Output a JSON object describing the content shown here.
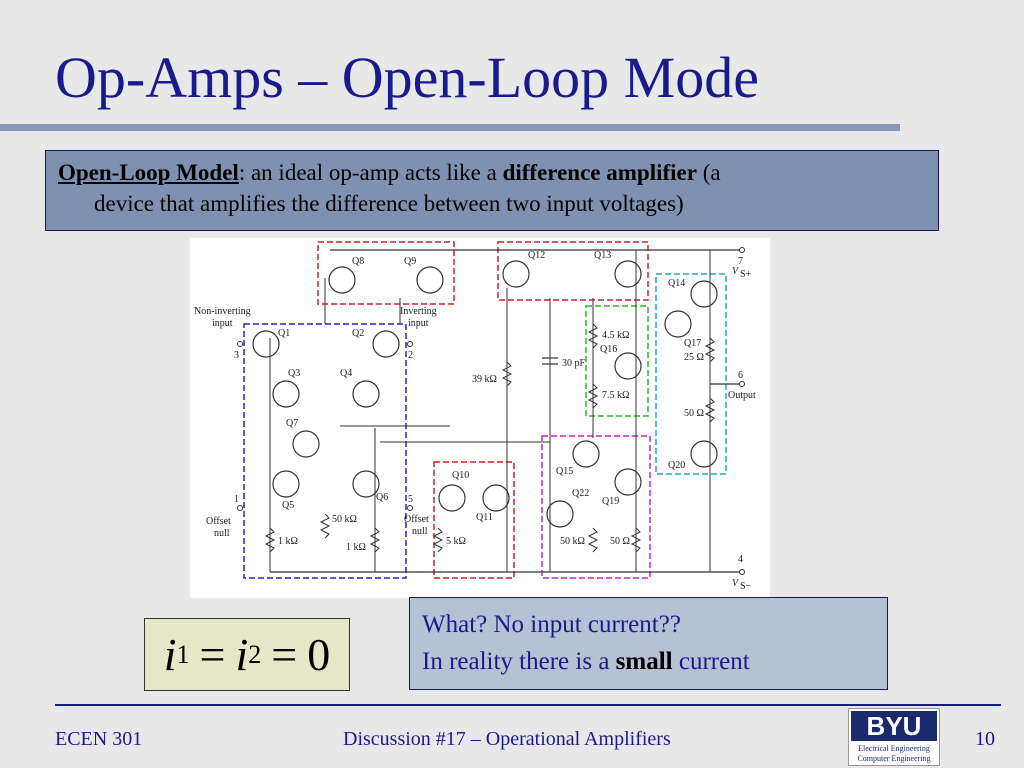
{
  "title": "Op-Amps – Open-Loop Mode",
  "definition": {
    "term": "Open-Loop Model",
    "text_a": ": an ideal op-amp acts like a ",
    "emph": "difference amplifier",
    "text_b": " (a",
    "line2": "device that amplifies the difference between two input voltages)"
  },
  "circuit": {
    "labels": {
      "q8": "Q8",
      "q9": "Q9",
      "q12": "Q12",
      "q13": "Q13",
      "q14": "Q14",
      "q1": "Q1",
      "q2": "Q2",
      "q3": "Q3",
      "q4": "Q4",
      "q7": "Q7",
      "q5": "Q5",
      "q6": "Q6",
      "q10": "Q10",
      "q11": "Q11",
      "q16": "Q16",
      "q17": "Q17",
      "q15": "Q15",
      "q22": "Q22",
      "q19": "Q19",
      "q20": "Q20",
      "noninv1": "Non-inverting",
      "noninv2": "input",
      "pin3": "3",
      "inv1": "Inverting",
      "inv2": "input",
      "pin2": "2",
      "pin7": "7",
      "vsplus": "V",
      "vsplus_sub": "S+",
      "pin6": "6",
      "output": "Output",
      "pin4": "4",
      "vsminus": "V",
      "vsminus_sub": "S−",
      "pin1": "1",
      "offset1a": "Offset",
      "offset1b": "null",
      "pin5": "5",
      "offset5a": "Offset",
      "offset5b": "null",
      "r39k": "39 kΩ",
      "c30p": "30 pF",
      "r45k": "4.5 kΩ",
      "r75k": "7.5 kΩ",
      "r25": "25 Ω",
      "r50": "50 Ω",
      "r50k_a": "50 kΩ",
      "r1k_a": "1 kΩ",
      "r1k_b": "1 kΩ",
      "r5k": "5 kΩ",
      "r50k_b": "50 kΩ",
      "r50_b": "50 Ω"
    }
  },
  "equation": {
    "i1": "i",
    "sub1": "1",
    "eq": "=",
    "i2": "i",
    "sub2": "2",
    "zero": "0"
  },
  "note": {
    "line1": "What? No input current??",
    "line2_a": "In reality there is a ",
    "line2_b": "small",
    "line2_c": " current"
  },
  "footer": {
    "course": "ECEN 301",
    "center": "Discussion #17 – Operational Amplifiers",
    "page": "10"
  },
  "logo": {
    "brand": "BYU",
    "sub1": "Electrical Engineering",
    "sub2": "Computer Engineering"
  },
  "colors": {
    "title": "#1a1a8c",
    "def_bg": "#7f91b0",
    "note_bg": "#b6c1d3",
    "eq_bg": "#e6e6c8"
  }
}
